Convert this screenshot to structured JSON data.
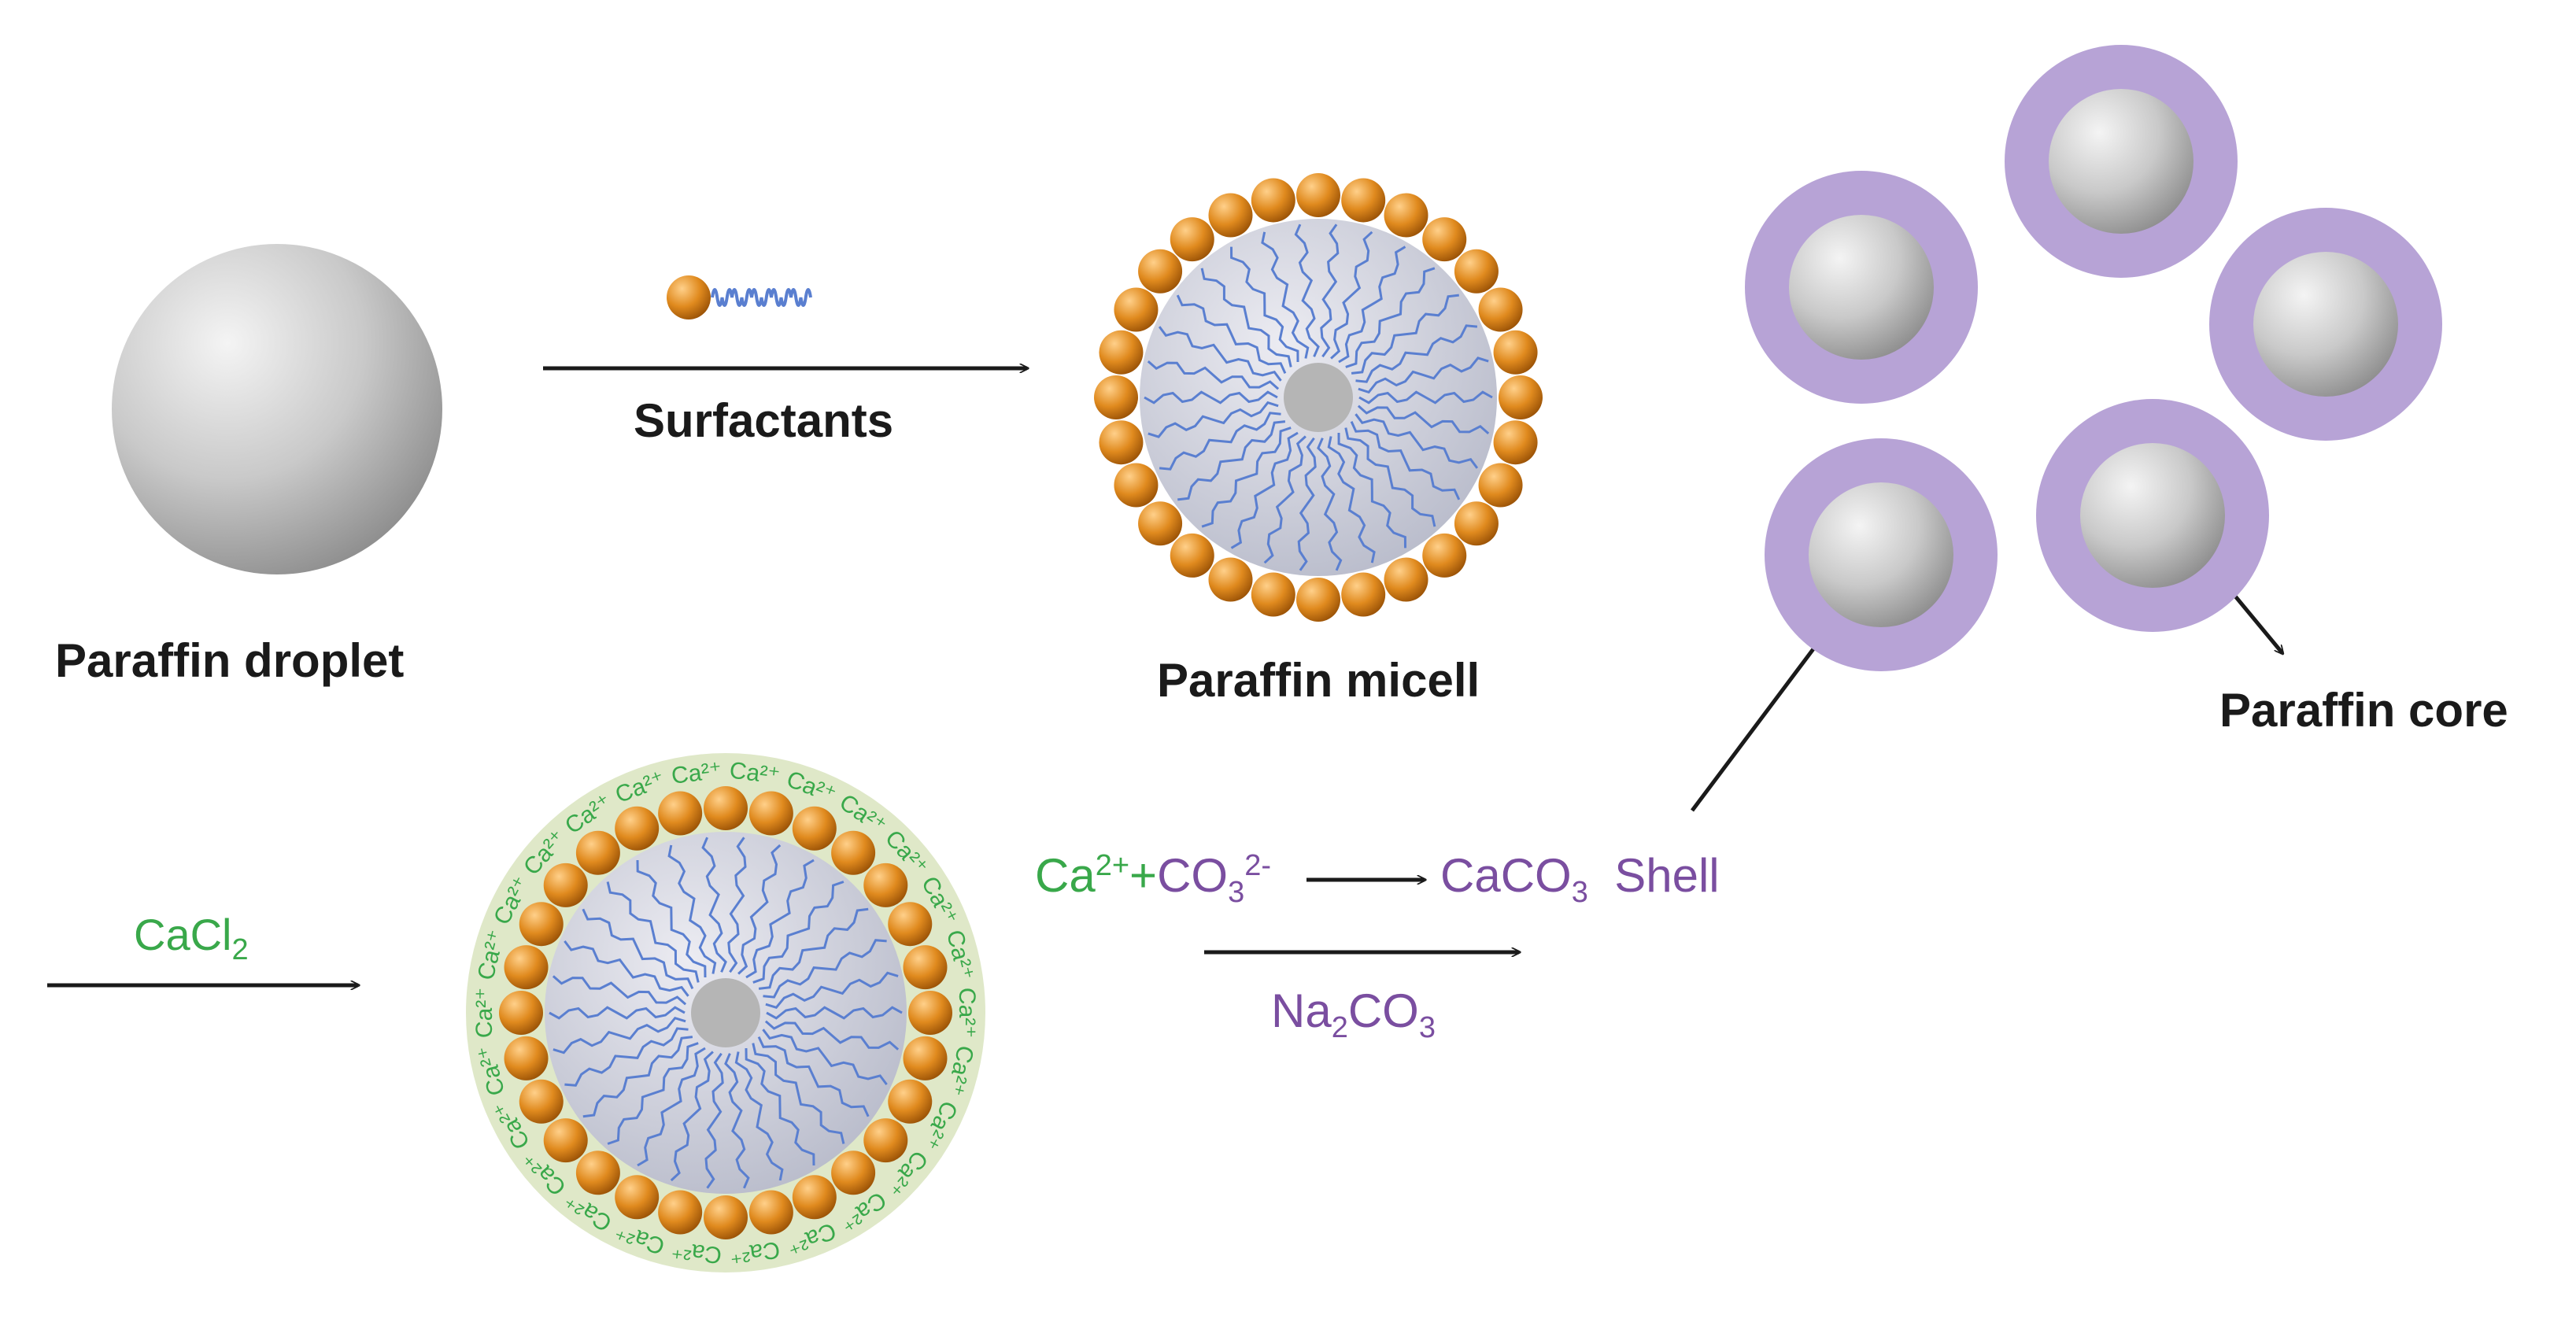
{
  "labels": {
    "paraffin_droplet": "Paraffin droplet",
    "surfactants": "Surfactants",
    "paraffin_micell": "Paraffin  micell",
    "paraffin_core": "Paraffin core",
    "cacl": "CaCl",
    "cacl_sub": "2",
    "ca_ion": "Ca",
    "ca_charge": "2+",
    "plus": "+",
    "co": "CO",
    "co_sub": "3",
    "co_charge": "2-",
    "caco_left": "CaCO",
    "caco_sub": "3",
    "shell": "Shell",
    "na": "Na",
    "na_sub": "2",
    "na_co": "CO",
    "na_co_sub": "3",
    "ion_text": "Ca²⁺"
  },
  "colors": {
    "paraffin_gray": "#c8c8c8",
    "surfactant_orange": "#e08a1e",
    "tail_blue": "#5a7fd0",
    "shell_purple": "#b7a3d6",
    "ion_green": "#39a84a",
    "ion_layer": "#dfe8c8",
    "label_purple": "#7a4ea0"
  }
}
